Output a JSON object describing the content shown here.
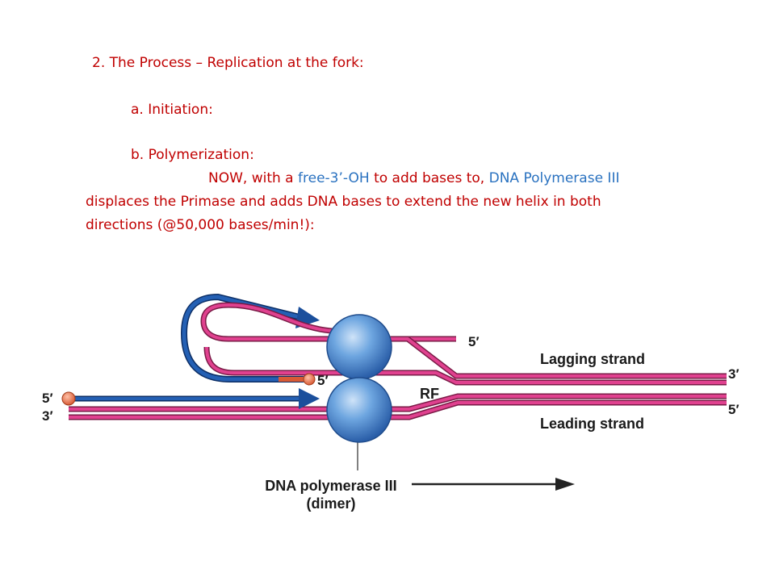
{
  "text": {
    "heading": "2. The Process – Replication at the fork:",
    "initiation": "a. Initiation:",
    "polymerization": "b. Polymerization:",
    "p1_before": "NOW, with a ",
    "p1_free_oh": "free-3’-OH",
    "p1_middle": " to add bases to, ",
    "p1_enzyme": "DNA Polymerase III",
    "p2": "displaces the Primase and adds DNA bases to extend the new helix in both",
    "p3": "directions (@50,000 bases/min!):"
  },
  "diagram": {
    "label_5prime_lagging_top": "5′",
    "label_5prime_primer": "5′",
    "label_5prime_left": "5′",
    "label_3prime_left": "3′",
    "label_3prime_right": "3′",
    "label_5prime_right": "5′",
    "label_lagging": "Lagging strand",
    "label_leading": "Leading strand",
    "label_rf": "RF",
    "label_enzyme_line1": "DNA polymerase III",
    "label_enzyme_line2": "(dimer)"
  },
  "colors": {
    "text_red": "#c00000",
    "text_blue": "#2a72c0",
    "strand_pink": "#e0418f",
    "strand_blue": "#1b4f9c",
    "primer_orange": "#e8704a",
    "polymerase_blue": "#4f8fd6"
  }
}
